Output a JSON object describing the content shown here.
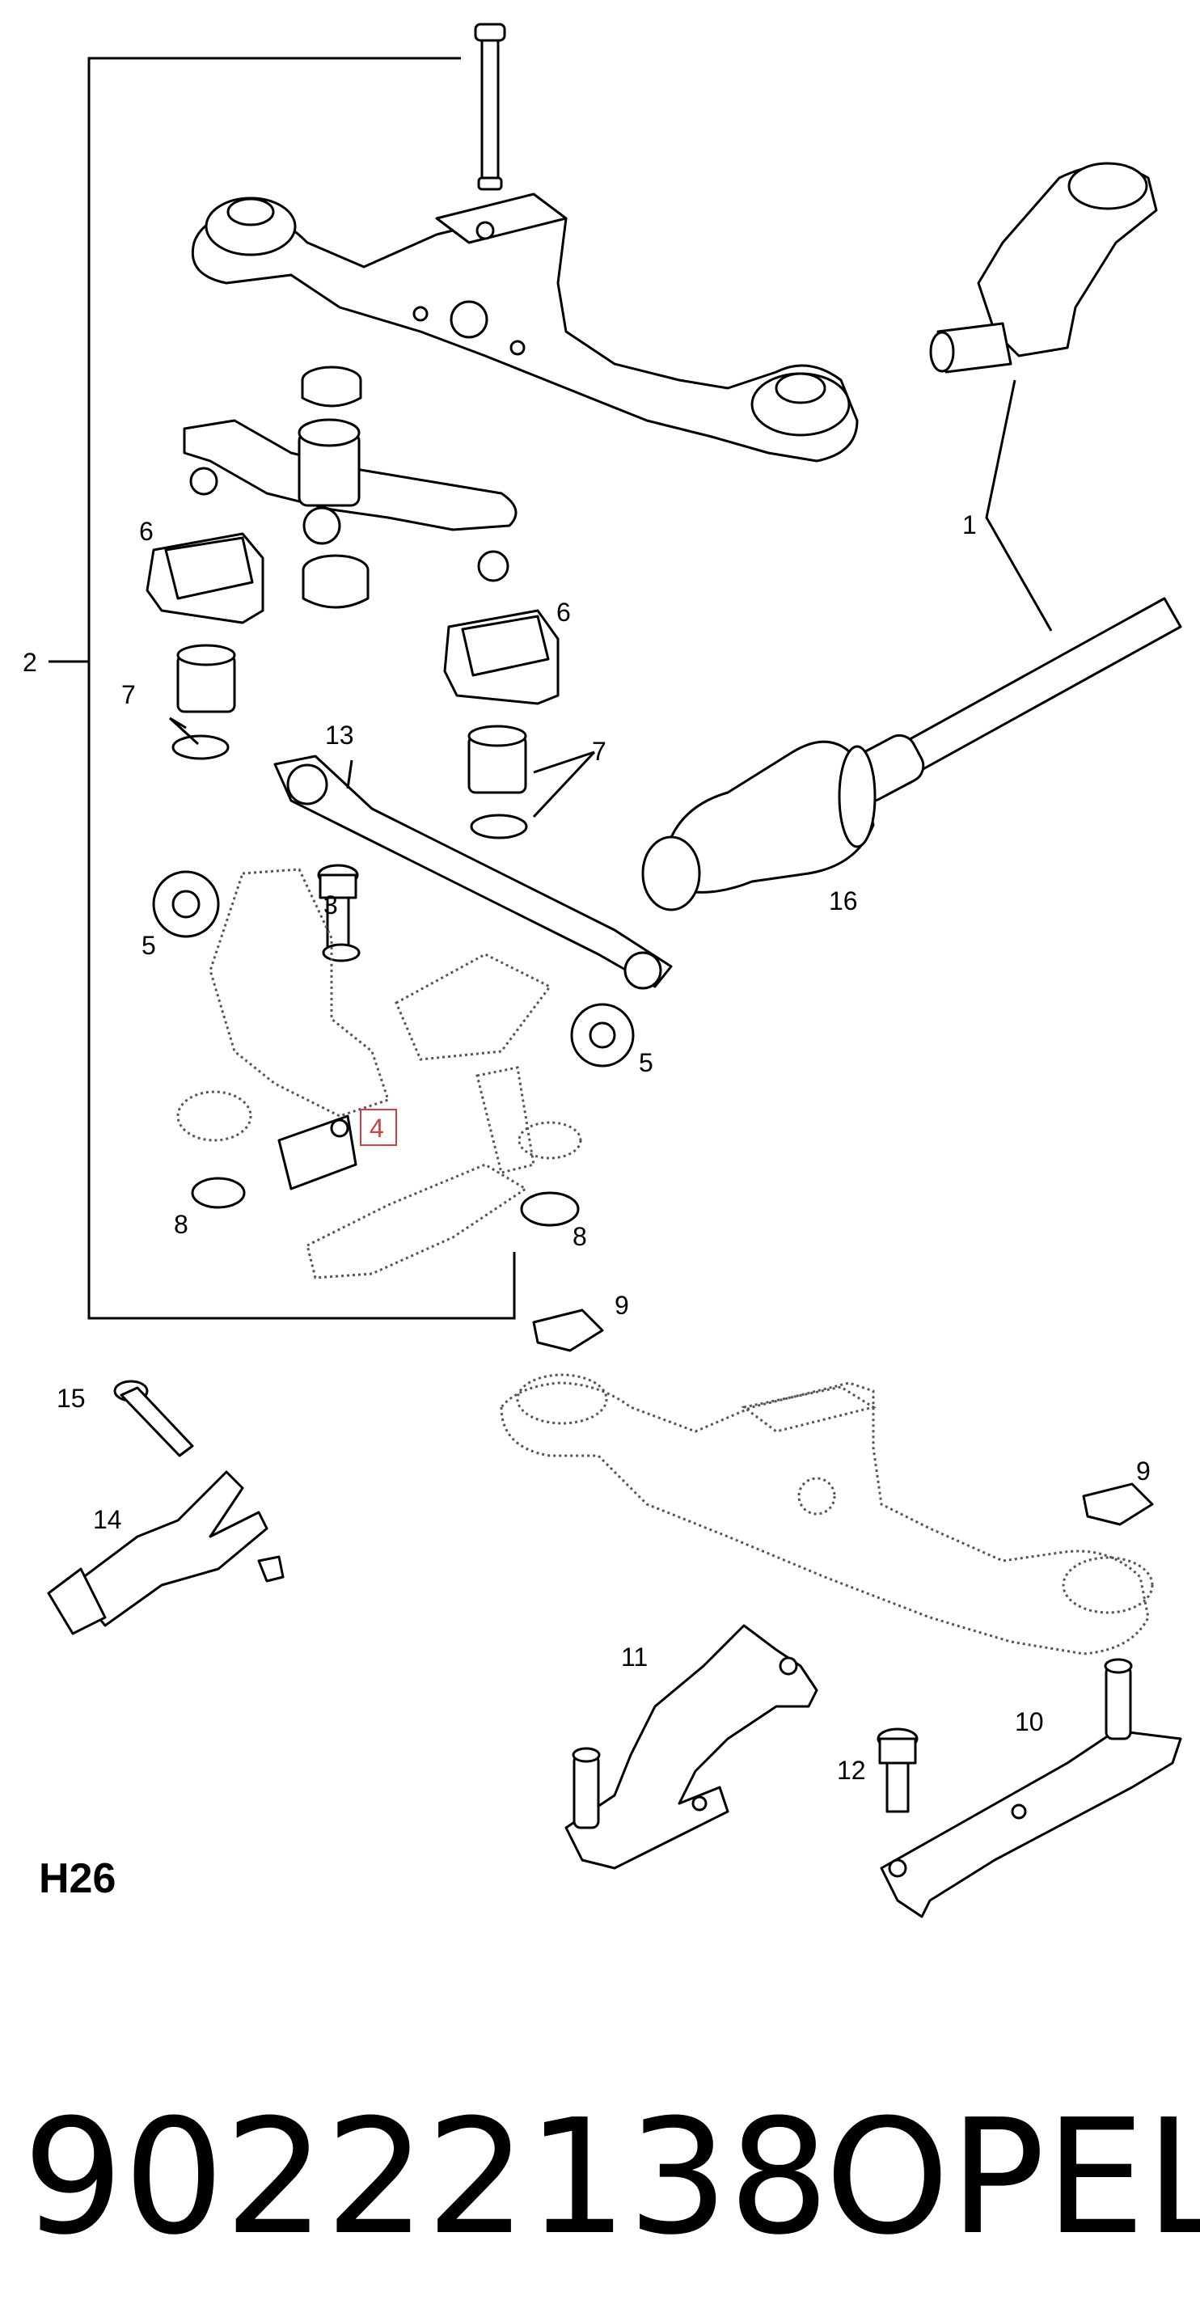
{
  "diagram": {
    "group_code": "H26",
    "callouts": {
      "c1": "1",
      "c2": "2",
      "c3": "3",
      "c4": "4",
      "c5a": "5",
      "c5b": "5",
      "c6a": "6",
      "c6b": "6",
      "c7a": "7",
      "c7b": "7",
      "c8a": "8",
      "c8b": "8",
      "c9a": "9",
      "c9b": "9",
      "c10": "10",
      "c11": "11",
      "c12": "12",
      "c13": "13",
      "c14": "14",
      "c15": "15",
      "c16": "16"
    },
    "highlighted_callout": "4",
    "highlight_color": "#d04040"
  },
  "footer": {
    "part_number": "90222138",
    "brand": "OPEL"
  }
}
